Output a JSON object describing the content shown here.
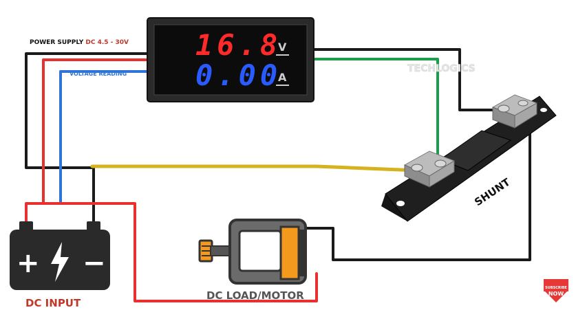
{
  "labels": {
    "power_supply_prefix": "POWER SUPPLY",
    "power_supply_range": "DC 4.5 - 30V",
    "voltage_reading": "VOLTAGE READING",
    "watermark": "TECHLOGICS",
    "shunt": "SHUNT",
    "dc_input": "DC INPUT",
    "dc_load": "DC LOAD/MOTOR"
  },
  "meter": {
    "voltage_value": "16.8",
    "voltage_unit": "V",
    "current_value": "0.00",
    "current_unit": "A"
  },
  "battery": {
    "plus_symbol": "+",
    "minus_symbol": "−"
  },
  "badge": {
    "line1": "SUBSCRIBE",
    "line2": "NOW"
  },
  "colors": {
    "wire_black": "#1a1a1a",
    "wire_red": "#e8312f",
    "wire_blue": "#2f74d6",
    "wire_green": "#1e9b4c",
    "wire_yellow": "#d6b21e",
    "voltage_display": "#ff2a2a",
    "current_display": "#2a5bff",
    "motor_accent": "#f39a1e",
    "label_red": "#c0392b"
  }
}
